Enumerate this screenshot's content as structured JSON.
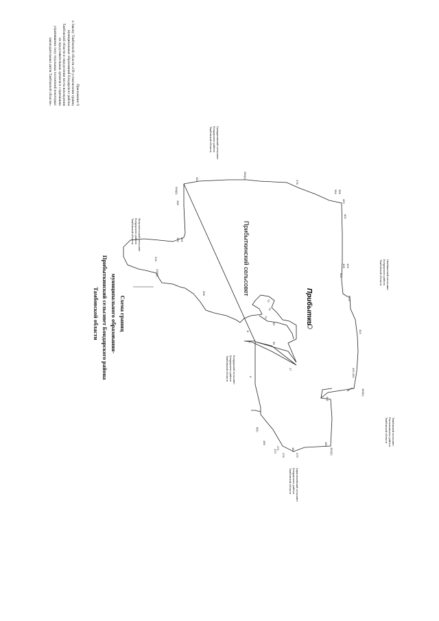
{
  "appendix": {
    "line1": "Приложение 9",
    "line2": "к Закону Тамбовской области «Об установлении границ",
    "line3": "муниципальных образований Бондарского района",
    "line4": "Тамбовской области и определении места нахождения",
    "line5": "их представительных органов и о признании",
    "line6": "утратившими силу отдельных положений некоторых",
    "line7": "законодательных актов Тамбовской области»"
  },
  "title": {
    "line1": "Схема границ",
    "line2": "муниципального образования-",
    "line3": "Прибыткинский сельсовет Бондарского района",
    "line4": "Тамбовской области"
  },
  "map": {
    "territory": "Прибыткинский сельсовет",
    "settlement": "Прибытки",
    "neighbors": {
      "top_left": [
        "Митропольский сельсовет",
        "Бондарского района",
        "Тамбовской области"
      ],
      "top_right": [
        "Граждановский сельсовет",
        "Бондарского района",
        "Тамбовской области"
      ],
      "right": [
        "Неабжинский сельсовет",
        "Бондарского района",
        "Тамбовской области"
      ],
      "bottom_right": [
        "Тамбовский сельсовет",
        "Рассказовского района",
        "Тамбовской области"
      ],
      "left": [
        "Бондарский сельсовет",
        "Бондарского района",
        "Тамбовской области"
      ],
      "bottom_left": [
        "Афанасьевский сельсовет",
        "Бондарского района",
        "Тамбовской области"
      ]
    },
    "points": [
      "346(2)",
      "352",
      "348",
      "361",
      "320",
      "316",
      "319(1)",
      "308",
      "360(1)",
      "378",
      "364",
      "396",
      "403",
      "406",
      "405",
      "416",
      "419",
      "423",
      "433 434",
      "441",
      "449(1)",
      "460",
      "451(2)",
      "7",
      "8",
      "6",
      "17",
      "56",
      "55",
      "73",
      "74",
      "70",
      "465",
      "470",
      "476",
      "482",
      "475",
      "1(A)",
      "471",
      "400"
    ]
  }
}
